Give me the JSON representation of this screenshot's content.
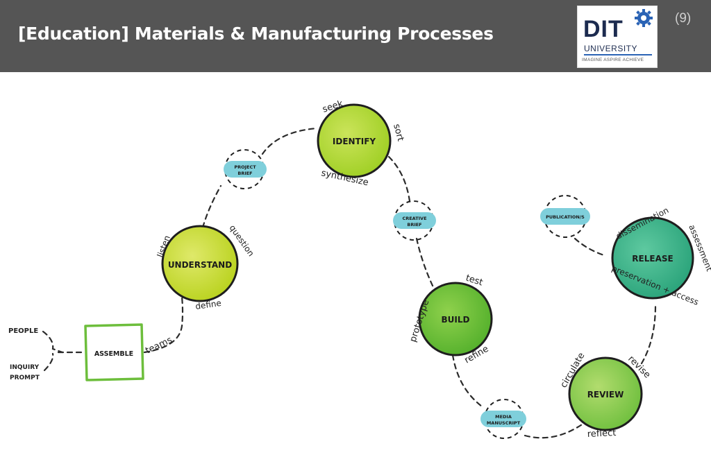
{
  "header": {
    "title": "[Education] Materials & Manufacturing Processes",
    "page_number": "(9)",
    "logo": {
      "main": "DIT",
      "sub": "UNIVERSITY",
      "tagline": "IMAGINE  ASPIRE  ACHIEVE"
    }
  },
  "diagram": {
    "inputs": [
      "PEOPLE",
      "INQUIRY",
      "PROMPT"
    ],
    "assemble": "ASSEMBLE",
    "nodes": {
      "understand": "UNDERSTAND",
      "identify": "IDENTIFY",
      "build": "BUILD",
      "release": "RELEASE",
      "review": "REVIEW"
    },
    "pills": {
      "project_brief": [
        "PROJECT",
        "BRIEF"
      ],
      "creative_brief": [
        "CREATIVE",
        "BRIEF"
      ],
      "media_manuscript": [
        "MEDIA",
        "MANUSCRIPT"
      ],
      "publications": "PUBLICATION/S"
    },
    "annotations": {
      "teams": "teams",
      "listen": "listen",
      "question": "question",
      "define": "define",
      "seek": "seek",
      "sort": "sort",
      "synthesize": "synthesize",
      "test": "test",
      "prototype": "prototype",
      "refine": "refine",
      "circulate": "circulate",
      "revise": "revise",
      "reflect": "reflect",
      "dissemination": "dissemination",
      "assessment": "assessment",
      "preservation_access": "preservation + access"
    },
    "colors": {
      "understand": "#c9dc2a",
      "identify": "#b4d82a",
      "build": "#6fc13a",
      "review": "#8fcd52",
      "release": "#3bb38c",
      "assemble_border": "#6dbe3c",
      "pill": "#7fcfdb"
    }
  }
}
